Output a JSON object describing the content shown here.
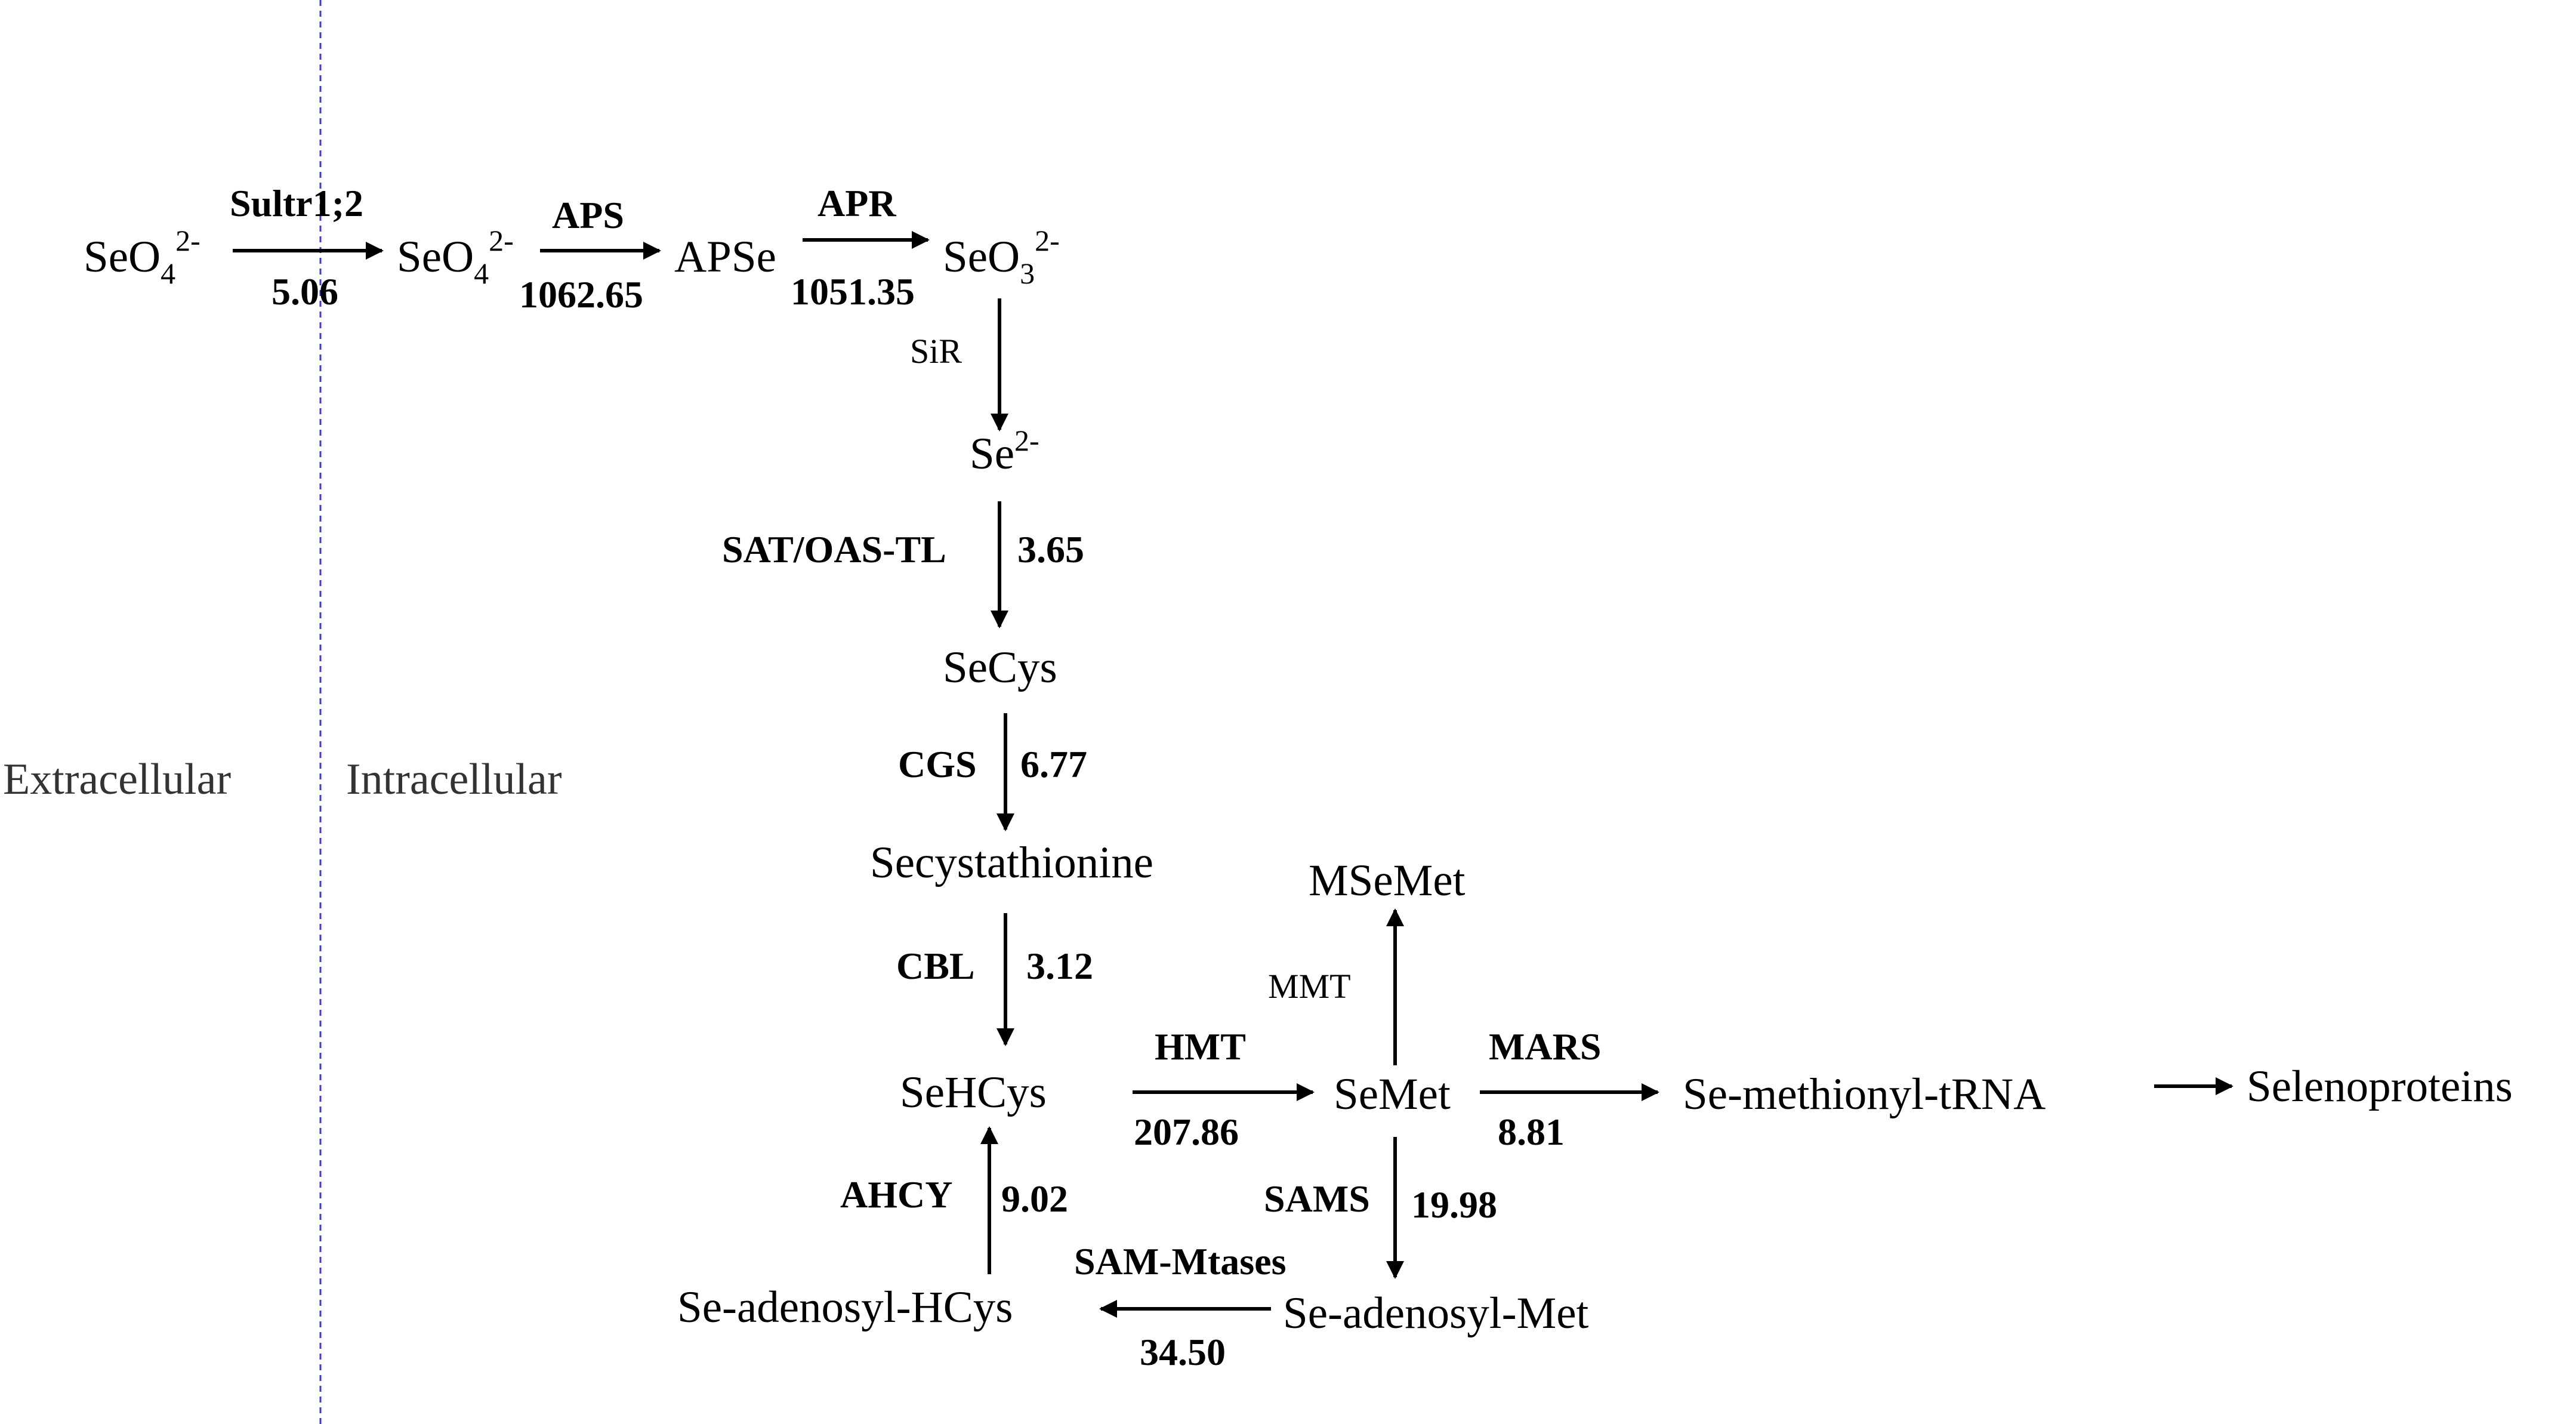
{
  "regions": {
    "extracellular": "Extracellular",
    "intracellular": "Intracellular"
  },
  "nodes": {
    "seo4_out": {
      "base": "SeO",
      "sub": "4",
      "sup": "2-"
    },
    "seo4_in": {
      "base": "SeO",
      "sub": "4",
      "sup": "2-"
    },
    "apse": "APSe",
    "seo3": {
      "base": "SeO",
      "sub": "3",
      "sup": "2-"
    },
    "se2": {
      "base": "Se",
      "sup": "2-"
    },
    "secys": "SeCys",
    "secystathionine": "Secystathionine",
    "msemet": "MSeMet",
    "sehcys": "SeHCys",
    "semet": "SeMet",
    "se_methionyl_trna": "Se-methionyl-tRNA",
    "selenoproteins": "Selenoproteins",
    "se_adenosyl_hcys": "Se-adenosyl-HCys",
    "se_adenosyl_met": "Se-adenosyl-Met"
  },
  "reactions": {
    "sultr": {
      "enzyme": "Sultr1;2",
      "value": "5.06"
    },
    "aps": {
      "enzyme": "APS",
      "value": "1062.65"
    },
    "apr": {
      "enzyme": "APR",
      "value": "1051.35"
    },
    "sir": {
      "enzyme": "SiR"
    },
    "sat": {
      "enzyme": "SAT/OAS-TL",
      "value": "3.65"
    },
    "cgs": {
      "enzyme": "CGS",
      "value": "6.77"
    },
    "cbl": {
      "enzyme": "CBL",
      "value": "3.12"
    },
    "hmt": {
      "enzyme": "HMT",
      "value": "207.86"
    },
    "mmt": {
      "enzyme": "MMT"
    },
    "mars": {
      "enzyme": "MARS",
      "value": "8.81"
    },
    "sams": {
      "enzyme": "SAMS",
      "value": "19.98"
    },
    "sam_mtases": {
      "enzyme": "SAM-Mtases",
      "value": "34.50"
    },
    "ahcy": {
      "enzyme": "AHCY",
      "value": "9.02"
    }
  }
}
